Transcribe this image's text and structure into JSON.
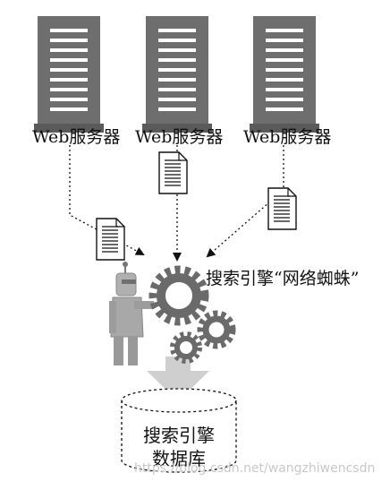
{
  "servers": [
    {
      "label": "Web服务器"
    },
    {
      "label": "Web服务器"
    },
    {
      "label": "Web服务器"
    }
  ],
  "spider": {
    "label": "搜索引擎“网络蜘蛛”"
  },
  "database": {
    "line1": "搜索引擎",
    "line2": "数据库"
  },
  "watermark": "https://blog.csdn.net/wangzhiwencsdn",
  "colors": {
    "server": "#6e6e6e",
    "gear": "#6a6a6a",
    "arrow": "#cfcfcf",
    "robot": "#a8a8a8",
    "ink": "#111111"
  }
}
